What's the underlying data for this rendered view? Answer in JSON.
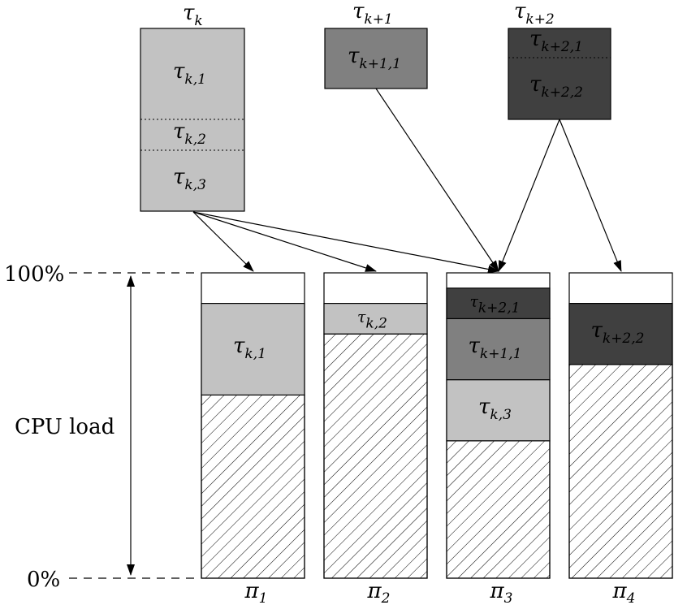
{
  "tasks": {
    "k": {
      "label": "k",
      "color": "#c2c2c2",
      "subtasks": [
        {
          "label": "k,1"
        },
        {
          "label": "k,2"
        },
        {
          "label": "k,3"
        }
      ]
    },
    "k1": {
      "label": "k+1",
      "color": "#808080",
      "subtasks": [
        {
          "label": "k+1,1"
        }
      ]
    },
    "k2": {
      "label": "k+2",
      "color": "#404040",
      "subtasks": [
        {
          "label": "k+2,1"
        },
        {
          "label": "k+2,2"
        }
      ]
    }
  },
  "axis": {
    "top_label": "100%",
    "bottom_label": "0%",
    "middle_label": "CPU load"
  },
  "processors": [
    {
      "label": "1",
      "base_load_pct": 60,
      "blocks": [
        {
          "label": "k,1",
          "task": "k",
          "pct": 30
        }
      ]
    },
    {
      "label": "2",
      "base_load_pct": 80,
      "blocks": [
        {
          "label": "k,2",
          "task": "k",
          "pct": 10
        }
      ]
    },
    {
      "label": "3",
      "base_load_pct": 45,
      "blocks": [
        {
          "label": "k,3",
          "task": "k",
          "pct": 20
        },
        {
          "label": "k+1,1",
          "task": "k1",
          "pct": 20
        },
        {
          "label": "k+2,1",
          "task": "k2",
          "pct": 10
        }
      ]
    },
    {
      "label": "4",
      "base_load_pct": 70,
      "blocks": [
        {
          "label": "k+2,2",
          "task": "k2",
          "pct": 20
        }
      ]
    }
  ],
  "symbols": {
    "task": "τ",
    "processor": "π"
  }
}
